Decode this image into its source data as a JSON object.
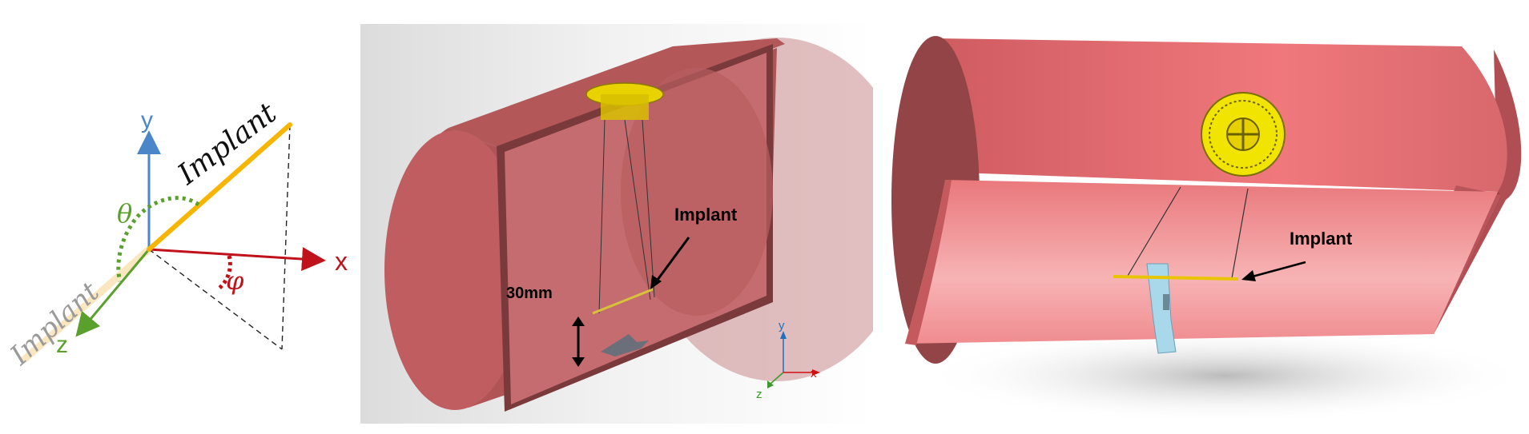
{
  "axes_diagram": {
    "axis_y": "y",
    "axis_x": "x",
    "axis_z": "z",
    "theta": "θ",
    "phi": "φ",
    "implant_upper": "Implant",
    "implant_lower": "Implant",
    "colors": {
      "y_axis": "#4a86c8",
      "x_axis": "#c0121a",
      "z_axis": "#5aa02c",
      "implant": "#f7b500",
      "implant_faded": "#fbe7bf",
      "theta_arc": "#5aa02c",
      "phi_arc": "#c0121a"
    }
  },
  "cutaway_model": {
    "implant_label": "Implant",
    "distance_label": "30mm",
    "mini_axis_y": "y",
    "mini_axis_x": "x",
    "mini_axis_z": "z",
    "colors": {
      "chamber": "#b85a5c",
      "chamber_dark": "#a94e51",
      "implant": "#d8c23a",
      "dial": "#e8d200"
    }
  },
  "tunnel_model": {
    "implant_label": "Implant",
    "colors": {
      "chamber": "#d86a6e",
      "floor": "#f39a9d",
      "implant": "#e8c500",
      "dial": "#f0e400",
      "holder": "#a8d8ea"
    }
  }
}
